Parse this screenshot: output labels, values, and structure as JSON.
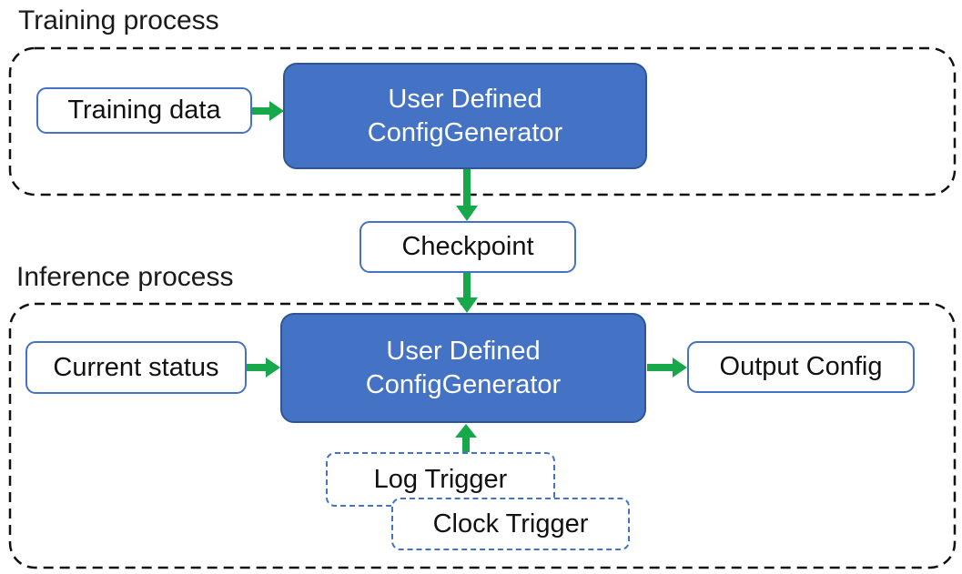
{
  "sections": {
    "training": {
      "label": "Training process"
    },
    "inference": {
      "label": "Inference process"
    }
  },
  "nodes": {
    "training_data": {
      "label": "Training data"
    },
    "generator_training": {
      "line1": "User Defined",
      "line2": "ConfigGenerator"
    },
    "checkpoint": {
      "label": "Checkpoint"
    },
    "current_status": {
      "label": "Current status"
    },
    "generator_inference": {
      "line1": "User Defined",
      "line2": "ConfigGenerator"
    },
    "output_config": {
      "label": "Output Config"
    },
    "log_trigger": {
      "label": "Log Trigger"
    },
    "clock_trigger": {
      "label": "Clock Trigger"
    }
  },
  "colors": {
    "node_fill_blue": "#4472C4",
    "node_border_dark_blue": "#2F5597",
    "outline_blue": "#4472C4",
    "arrow_green": "#17A84A",
    "container_dash_black": "#111111"
  }
}
